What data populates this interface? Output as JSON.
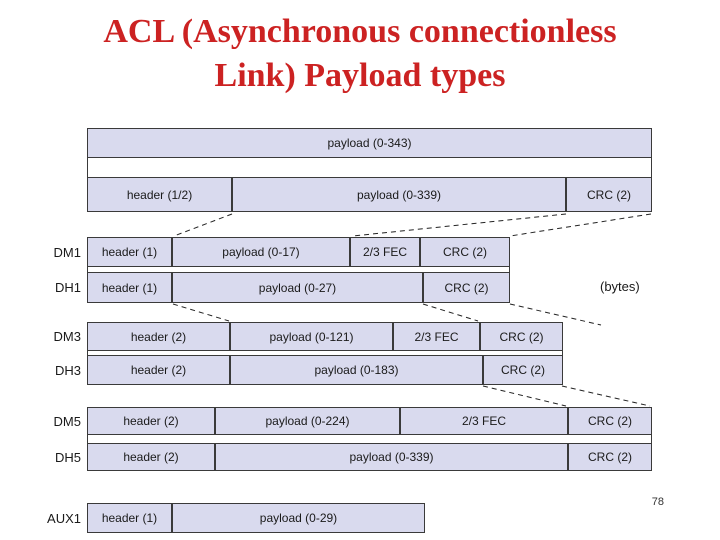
{
  "slide": {
    "title_line1": "ACL (Asynchronous connectionless",
    "title_line2": "Link) Payload types",
    "page_number": "78",
    "units_note": "(bytes)"
  },
  "colors": {
    "title": "#cc2222",
    "box_fill": "#d9daee",
    "box_border": "#3a3a3a"
  },
  "general": {
    "payload_total": "payload (0-343)",
    "header": "header (1/2)",
    "payload": "payload (0-339)",
    "crc": "CRC (2)"
  },
  "packets": [
    {
      "name": "DM1",
      "header": "header (1)",
      "payload": "payload (0-17)",
      "fec": "2/3 FEC",
      "crc": "CRC (2)"
    },
    {
      "name": "DH1",
      "header": "header (1)",
      "payload": "payload (0-27)",
      "crc": "CRC (2)"
    },
    {
      "name": "DM3",
      "header": "header (2)",
      "payload": "payload (0-121)",
      "fec": "2/3 FEC",
      "crc": "CRC (2)"
    },
    {
      "name": "DH3",
      "header": "header (2)",
      "payload": "payload (0-183)",
      "crc": "CRC (2)"
    },
    {
      "name": "DM5",
      "header": "header (2)",
      "payload": "payload (0-224)",
      "fec": "2/3 FEC",
      "crc": "CRC (2)"
    },
    {
      "name": "DH5",
      "header": "header (2)",
      "payload": "payload (0-339)",
      "crc": "CRC (2)"
    },
    {
      "name": "AUX1",
      "header": "header (1)",
      "payload": "payload (0-29)"
    }
  ]
}
